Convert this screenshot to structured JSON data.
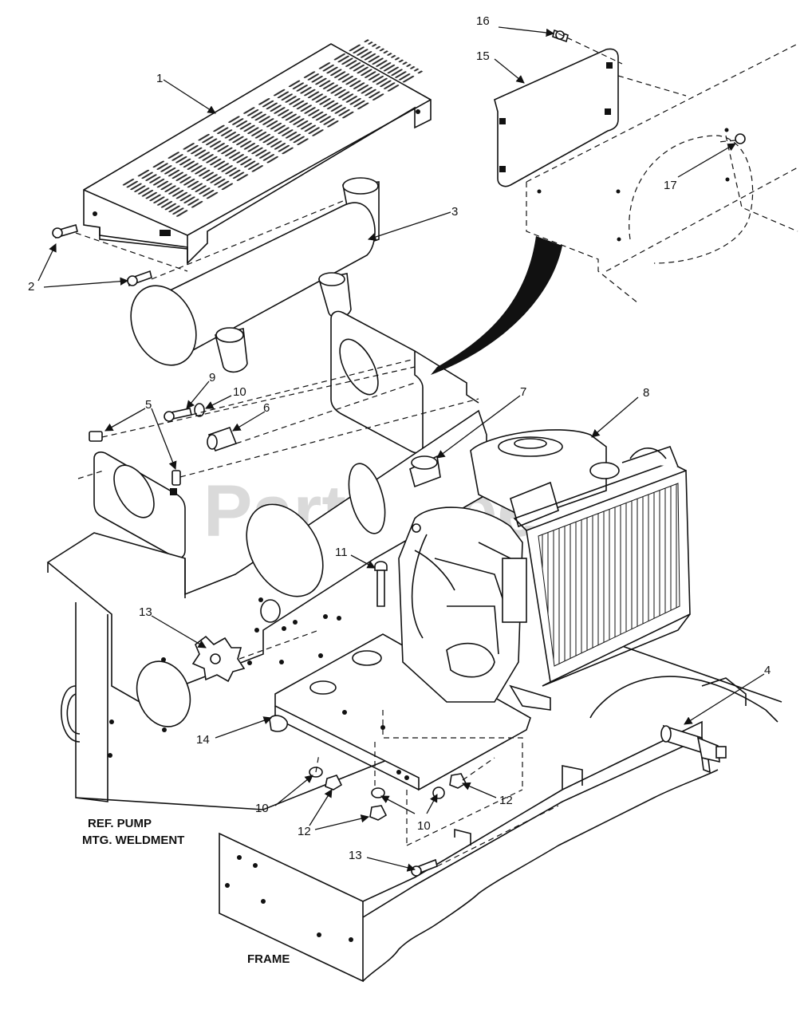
{
  "callouts": {
    "c1": "1",
    "c2": "2",
    "c3": "3",
    "c4": "4",
    "c5": "5",
    "c6": "6",
    "c7": "7",
    "c8": "8",
    "c9": "9",
    "c10a": "10",
    "c10b": "10",
    "c10c": "10",
    "c11": "11",
    "c12a": "12",
    "c12b": "12",
    "c13a": "13",
    "c13b": "13",
    "c14": "14",
    "c15": "15",
    "c16": "16",
    "c17": "17"
  },
  "labels": {
    "pump_line1": "REF. PUMP",
    "pump_line2": "MTG. WELDMENT",
    "frame": "FRAME"
  },
  "watermark": "PartsTree",
  "colors": {
    "ink": "#111111",
    "watermark": "#bdbdbd",
    "background": "#ffffff"
  }
}
